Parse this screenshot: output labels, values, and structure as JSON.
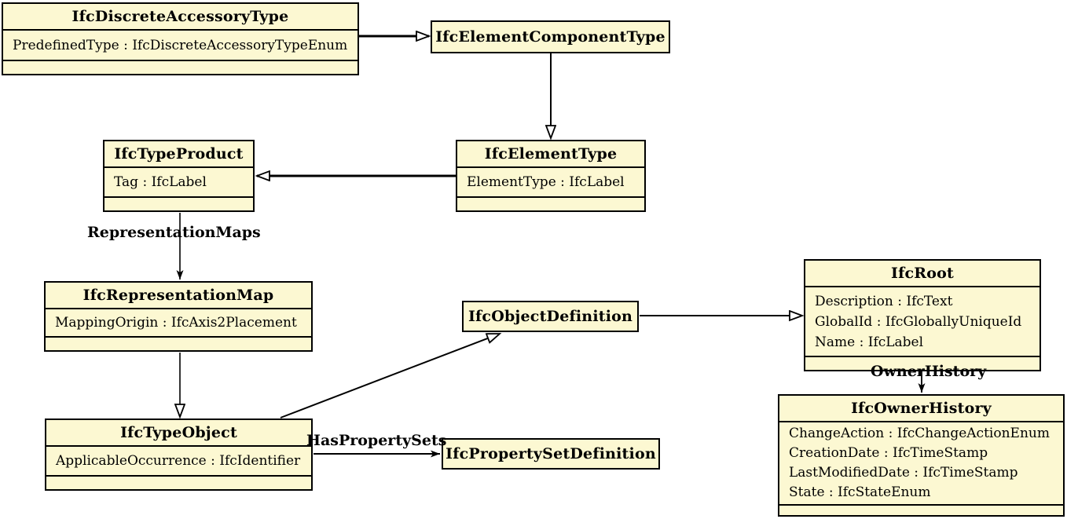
{
  "diagram": {
    "box_fill": "#FCF8D2",
    "border_color": "#000000",
    "background": "#ffffff",
    "classes": [
      {
        "name": "IfcDiscreteAccessoryType",
        "attributes": [
          "PredefinedType : IfcDiscreteAccessoryTypeEnum"
        ]
      },
      {
        "name": "IfcElementComponentType",
        "attributes": []
      },
      {
        "name": "IfcTypeProduct",
        "attributes": [
          "Tag : IfcLabel"
        ]
      },
      {
        "name": "IfcElementType",
        "attributes": [
          "ElementType : IfcLabel"
        ]
      },
      {
        "name": "IfcRepresentationMap",
        "attributes": [
          "MappingOrigin : IfcAxis2Placement"
        ]
      },
      {
        "name": "IfcObjectDefinition",
        "attributes": []
      },
      {
        "name": "IfcRoot",
        "attributes": [
          "Description : IfcText",
          "GlobalId : IfcGloballyUniqueId",
          "Name : IfcLabel"
        ]
      },
      {
        "name": "IfcTypeObject",
        "attributes": [
          "ApplicableOccurrence : IfcIdentifier"
        ]
      },
      {
        "name": "IfcOwnerHistory",
        "attributes": [
          "ChangeAction : IfcChangeActionEnum",
          "CreationDate : IfcTimeStamp",
          "LastModifiedDate : IfcTimeStamp",
          "State : IfcStateEnum"
        ]
      },
      {
        "name": "IfcPropertySetDefinition",
        "attributes": []
      }
    ],
    "edge_labels": {
      "representation_maps": "RepresentationMaps",
      "owner_history": "OwnerHistory",
      "has_property_sets": "HasPropertySets"
    }
  }
}
